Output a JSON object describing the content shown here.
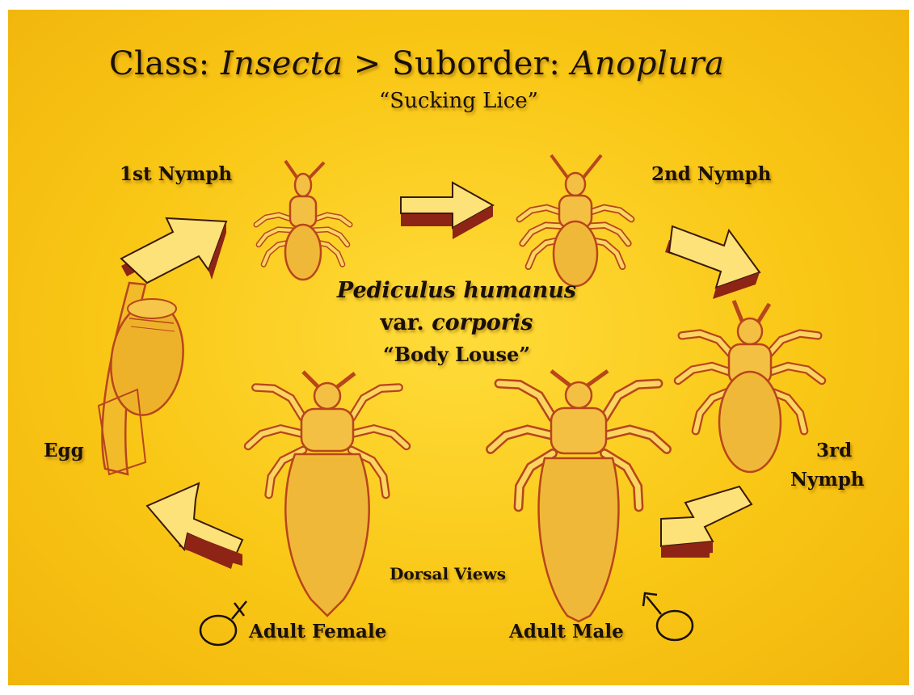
{
  "title": {
    "prefix": "Class: ",
    "class_name": "Insecta",
    "sep": " > Suborder: ",
    "suborder_name": "Anoplura",
    "subtitle": "“Sucking Lice”"
  },
  "species": {
    "genus_species": "Pediculus humanus",
    "var_prefix": "var. ",
    "var_name": "corporis",
    "common": "“Body Louse”"
  },
  "labels": {
    "first_nymph": "1st Nymph",
    "second_nymph": "2nd Nymph",
    "third_nymph_line1": "3rd",
    "third_nymph_line2": "Nymph",
    "egg": "Egg",
    "adult_female": "Adult Female",
    "adult_male": "Adult Male",
    "dorsal_views": "Dorsal Views"
  },
  "colors": {
    "background": "#f9c716",
    "text": "#1a1008",
    "line_art": "#b8451c",
    "arrow_face": "#fde27a",
    "arrow_side": "#8e2416"
  }
}
